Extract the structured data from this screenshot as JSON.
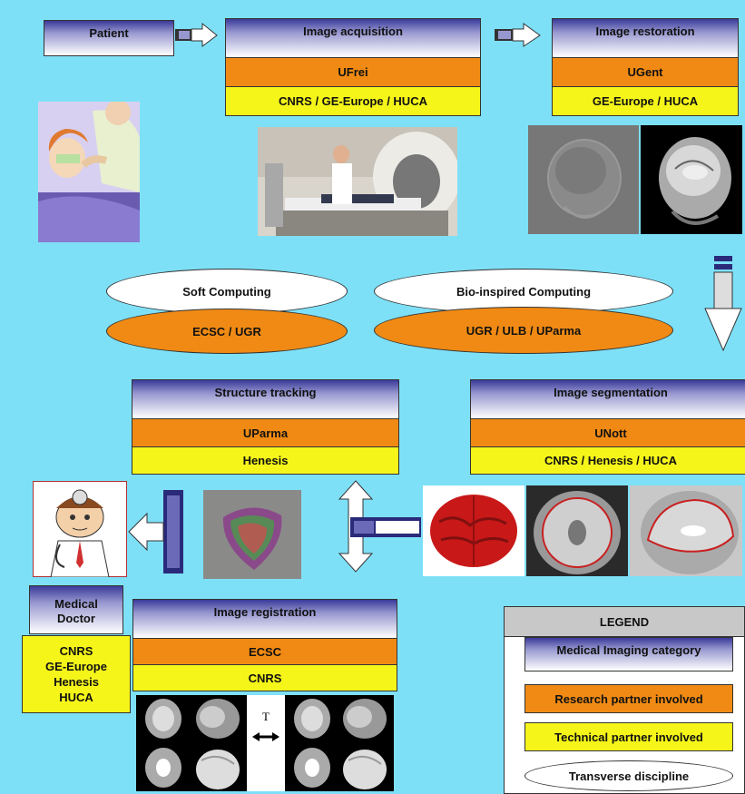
{
  "top_row": {
    "patient": "Patient",
    "acquisition": {
      "category": "Image acquisition",
      "research": "UFrei",
      "technical": "CNRS / GE-Europe / HUCA"
    },
    "restoration": {
      "category": "Image restoration",
      "research": "UGent",
      "technical": "GE-Europe / HUCA"
    }
  },
  "transverse": {
    "soft": {
      "name": "Soft Computing",
      "partners": "ECSC / UGR"
    },
    "bio": {
      "name": "Bio-inspired Computing",
      "partners": "UGR / ULB / UParma"
    }
  },
  "middle_row": {
    "tracking": {
      "category": "Structure tracking",
      "research": "UParma",
      "technical": "Henesis"
    },
    "segmentation": {
      "category": "Image segmentation",
      "research": "UNott",
      "technical": "CNRS / Henesis / HUCA"
    }
  },
  "bottom_row": {
    "doctor": {
      "category_line1": "Medical",
      "category_line2": "Doctor",
      "partners": [
        "CNRS",
        "GE-Europe",
        "Henesis",
        "HUCA"
      ]
    },
    "registration": {
      "category": "Image registration",
      "research": "ECSC",
      "technical": "CNRS",
      "transform_label": "T"
    }
  },
  "legend": {
    "title": "LEGEND",
    "category": "Medical Imaging category",
    "research": "Research partner involved",
    "technical": "Technical partner involved",
    "transverse": "Transverse discipline"
  },
  "colors": {
    "background": "#7ee0f7",
    "research": "#f08a14",
    "technical": "#f5f51a",
    "category_dark": "#3a3a9a"
  }
}
